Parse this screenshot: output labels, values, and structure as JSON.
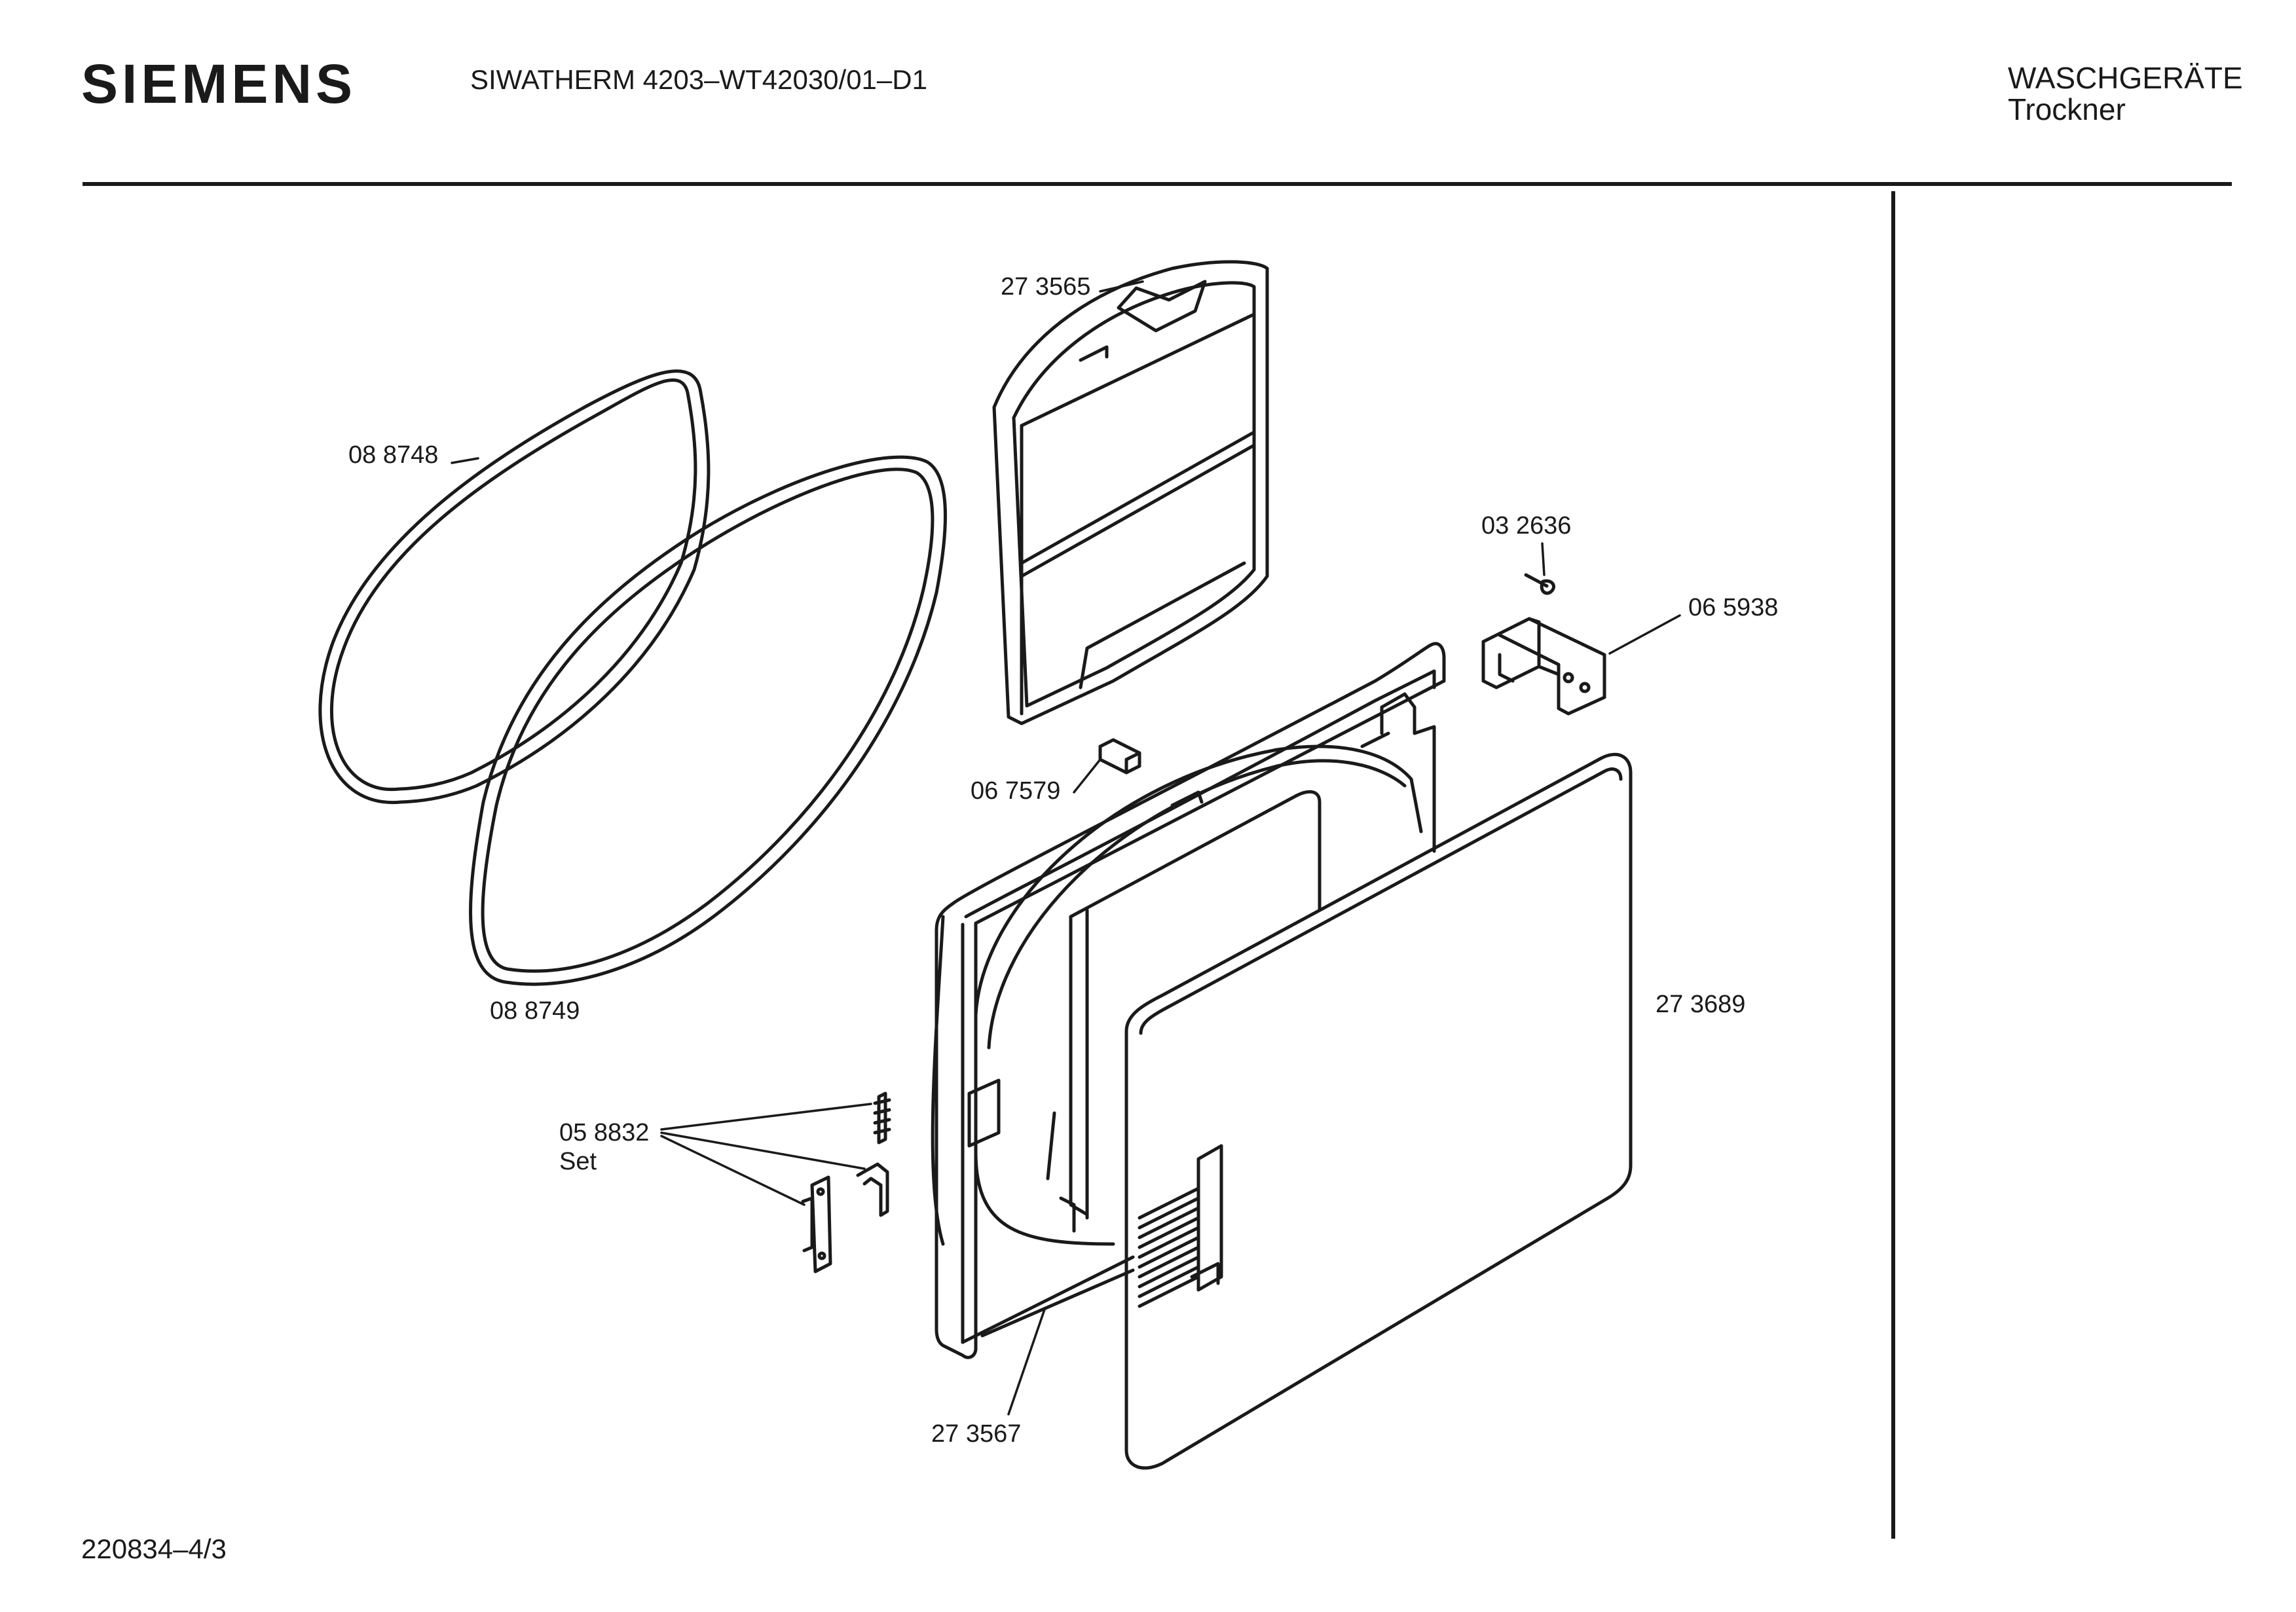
{
  "header": {
    "brand": "SIEMENS",
    "model": "SIWATHERM 4203–WT42030/01–D1",
    "category_line1": "WASCHGERÄTE",
    "category_line2": "Trockner"
  },
  "footer": {
    "drawing_code": "220834–4/3"
  },
  "parts": [
    {
      "id": "gasket-outer",
      "label": "08 8748"
    },
    {
      "id": "gasket-inner",
      "label": "08 8749"
    },
    {
      "id": "filter",
      "label": "27 3565"
    },
    {
      "id": "screw",
      "label": "03 2636"
    },
    {
      "id": "hinge",
      "label": "06 5938"
    },
    {
      "id": "catch",
      "label": "06 7579"
    },
    {
      "id": "door-panel",
      "label": "27 3689"
    },
    {
      "id": "lock-set",
      "label": "05 8832",
      "sublabel": "Set"
    },
    {
      "id": "door-frame",
      "label": "27 3567"
    }
  ]
}
